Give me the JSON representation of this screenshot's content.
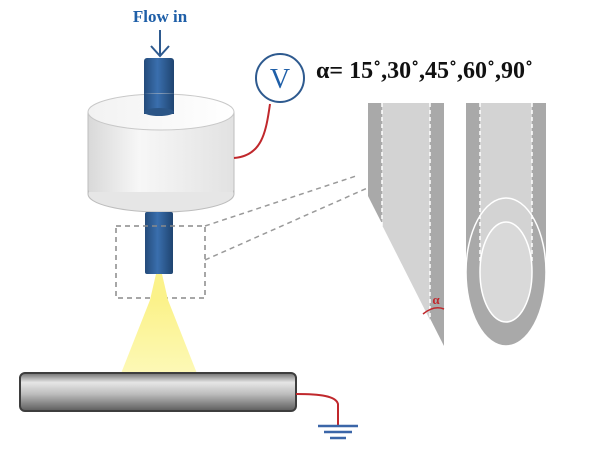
{
  "labels": {
    "flow_in": "Flow in",
    "voltage": "V",
    "angles": "α= 15˚,30˚,45˚,60˚,90˚",
    "alpha": "α"
  },
  "colors": {
    "nozzle_blue": "#2e5a8f",
    "label_blue": "#1f5fa8",
    "wire_red": "#c0282c",
    "spray_yellow": "#fbf58a",
    "needle_gray": "#a8a8a8",
    "needle_inner": "#d2d2d2",
    "collector_gray": "#8c8c8c",
    "ground_blue": "#3b66a8"
  },
  "icons": {
    "voltmeter": "voltmeter-icon",
    "ground": "ground-icon",
    "flow_arrow": "down-arrow-icon"
  }
}
